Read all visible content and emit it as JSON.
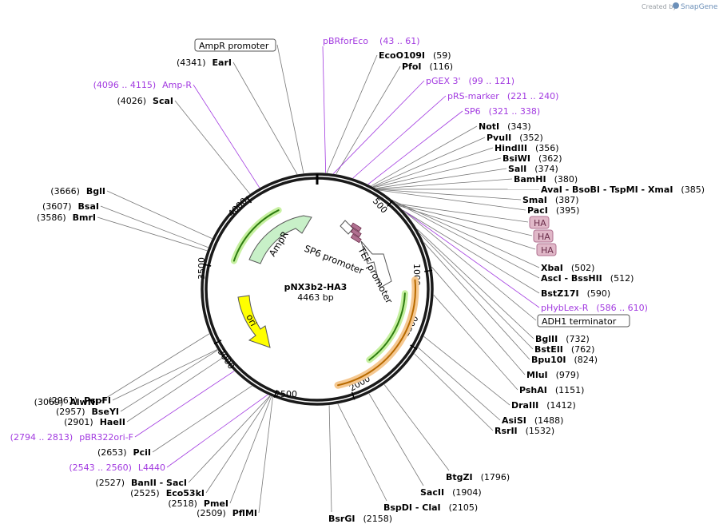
{
  "credit": {
    "prefix": "Created by",
    "brand": "SnapGene"
  },
  "plasmid": {
    "name": "pNX3b2-HA3",
    "length": "4463 bp"
  },
  "ticks": [
    "500",
    "1000",
    "1500",
    "2000",
    "2500",
    "3000",
    "3500",
    "4000"
  ],
  "features": [
    {
      "id": "ampr",
      "name": "AmpR",
      "color": "#c8f0c8",
      "stroke": "#555555"
    },
    {
      "id": "ori",
      "name": "ori",
      "color": "#ffff00",
      "stroke": "#555555"
    },
    {
      "id": "sp6promoter",
      "name": "SP6 promoter",
      "color": "#ffffff",
      "stroke": "#555555"
    },
    {
      "id": "tefpromoter",
      "name": "TEF promoter",
      "color": "#ffffff",
      "stroke": "#555555"
    }
  ],
  "right_labels": [
    {
      "name": "EcoO109I",
      "pos": "(59)"
    },
    {
      "name": "PfoI",
      "pos": "(116)"
    },
    {
      "name": "pGEX 3'",
      "pos": "(99 .. 121)",
      "kind": "primer"
    },
    {
      "name": "pRS-marker",
      "pos": "(221 .. 240)",
      "kind": "primer"
    },
    {
      "name": "SP6",
      "pos": "(321 .. 338)",
      "kind": "primer"
    },
    {
      "name": "NotI",
      "pos": "(343)"
    },
    {
      "name": "PvuII",
      "pos": "(352)"
    },
    {
      "name": "HindIII",
      "pos": "(356)"
    },
    {
      "name": "BsiWI",
      "pos": "(362)"
    },
    {
      "name": "SalI",
      "pos": "(374)"
    },
    {
      "name": "BamHI",
      "pos": "(380)"
    },
    {
      "name": "AvaI  - BsoBI  - TspMI  - XmaI",
      "pos": "(385)"
    },
    {
      "name": "SmaI",
      "pos": "(387)"
    },
    {
      "name": "PacI",
      "pos": "(395)"
    },
    {
      "name": "HA",
      "kind": "box-ha"
    },
    {
      "name": "HA",
      "kind": "box-ha"
    },
    {
      "name": "HA",
      "kind": "box-ha"
    },
    {
      "name": "XbaI",
      "pos": "(502)"
    },
    {
      "name": "AscI  - BssHII",
      "pos": "(512)"
    },
    {
      "name": "BstZ17I",
      "pos": "(590)"
    },
    {
      "name": "pHybLex-R",
      "pos": "(586 .. 610)",
      "kind": "primer"
    },
    {
      "name": "ADH1 terminator",
      "kind": "box"
    },
    {
      "name": "BglII",
      "pos": "(732)"
    },
    {
      "name": "BstEII",
      "pos": "(762)"
    },
    {
      "name": "Bpu10I",
      "pos": "(824)"
    },
    {
      "name": "MluI",
      "pos": "(979)"
    },
    {
      "name": "PshAI",
      "pos": "(1151)"
    },
    {
      "name": "DraIII",
      "pos": "(1412)"
    },
    {
      "name": "AsiSI",
      "pos": "(1488)"
    },
    {
      "name": "RsrII",
      "pos": "(1532)"
    }
  ],
  "bottom_labels": [
    {
      "name": "BtgZI",
      "pos": "(1796)"
    },
    {
      "name": "SacII",
      "pos": "(1904)"
    },
    {
      "name": "BspDI  - ClaI",
      "pos": "(2105)"
    },
    {
      "name": "BsrGI",
      "pos": "(2158)"
    }
  ],
  "left_labels": [
    {
      "name": "AmpR promoter",
      "kind": "box"
    },
    {
      "name": "EarI",
      "pos": "(4341)"
    },
    {
      "name": "Amp-R",
      "pos": "(4096 .. 4115)",
      "kind": "primer"
    },
    {
      "name": "ScaI",
      "pos": "(4026)"
    },
    {
      "name": "BglI",
      "pos": "(3666)"
    },
    {
      "name": "BsaI",
      "pos": "(3607)"
    },
    {
      "name": "BmrI",
      "pos": "(3586)"
    },
    {
      "name": "AlwNI",
      "pos": "(3069)"
    },
    {
      "name": "PspFI",
      "pos": "(2961)"
    },
    {
      "name": "BseYI",
      "pos": "(2957)"
    },
    {
      "name": "HaeII",
      "pos": "(2901)"
    },
    {
      "name": "pBR322ori-F",
      "pos": "(2794 .. 2813)",
      "kind": "primer"
    },
    {
      "name": "PciI",
      "pos": "(2653)"
    },
    {
      "name": "L4440",
      "pos": "(2543 .. 2560)",
      "kind": "primer"
    },
    {
      "name": "BanII  - SacI",
      "pos": "(2527)"
    },
    {
      "name": "Eco53kI",
      "pos": "(2525)"
    },
    {
      "name": "PmeI",
      "pos": "(2518)"
    },
    {
      "name": "PflMI",
      "pos": "(2509)"
    }
  ],
  "top_primer": {
    "name": "pBRforEco",
    "pos": "(43 .. 61)"
  }
}
